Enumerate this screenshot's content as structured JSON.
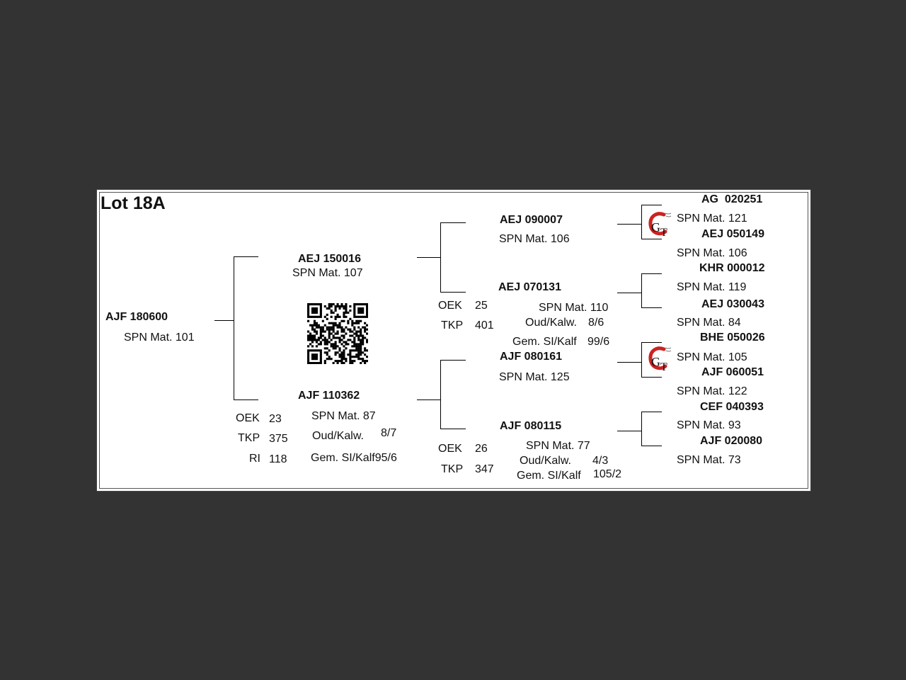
{
  "lot_title": "Lot 18A",
  "subject": {
    "id": "AJF 180600",
    "spn": "SPN Mat. 101"
  },
  "sire": {
    "id": "AEJ 150016",
    "spn": "SPN Mat. 107"
  },
  "dam": {
    "id": "AJF 110362",
    "spn": "SPN Mat. 87",
    "oud_label": "Oud/Kalw.",
    "oud_value": "8/7",
    "gem_label": "Gem. SI/Kalf95/6",
    "oek_label": "OEK",
    "oek_value": "23",
    "tkp_label": "TKP",
    "tkp_value": "375",
    "ri_label": "RI",
    "ri_value": "118"
  },
  "sire_sire": {
    "id": "AEJ 090007",
    "spn": "SPN Mat. 106"
  },
  "sire_dam": {
    "id": "AEJ 070131",
    "spn": "SPN Mat. 110",
    "oud_label": "Oud/Kalw.",
    "oud_value": "8/6",
    "gem_label": "Gem. SI/Kalf",
    "gem_value": "99/6",
    "oek_label": "OEK",
    "oek_value": "25",
    "tkp_label": "TKP",
    "tkp_value": "401"
  },
  "dam_sire": {
    "id": "AJF 080161",
    "spn": "SPN Mat. 125"
  },
  "dam_dam": {
    "id": "AJF 080115",
    "spn": "SPN Mat. 77",
    "oud_label": "Oud/Kalw.",
    "oud_value": "4/3",
    "gem_label": "Gem. SI/Kalf",
    "gem_value": "105/2",
    "oek_label": "OEK",
    "oek_value": "26",
    "tkp_label": "TKP",
    "tkp_value": "347"
  },
  "great_grandparents": [
    {
      "id": "AG  020251",
      "spn": "SPN Mat. 121"
    },
    {
      "id": "AEJ 050149",
      "spn": "SPN Mat. 106"
    },
    {
      "id": "KHR 000012",
      "spn": "SPN Mat. 119"
    },
    {
      "id": "AEJ 030043",
      "spn": "SPN Mat. 84"
    },
    {
      "id": "BHE 050026",
      "spn": "SPN Mat. 105"
    },
    {
      "id": "AJF 060051",
      "spn": "SPN Mat. 122"
    },
    {
      "id": "CEF 040393",
      "spn": "SPN Mat. 93"
    },
    {
      "id": "AJF 020080",
      "spn": "SPN Mat. 73"
    }
  ],
  "icons": {
    "logo": "gt-logo-icon",
    "qr": "qr-code-icon"
  },
  "colors": {
    "background": "#333333",
    "card": "#ffffff",
    "logo_red": "#cc2222"
  }
}
